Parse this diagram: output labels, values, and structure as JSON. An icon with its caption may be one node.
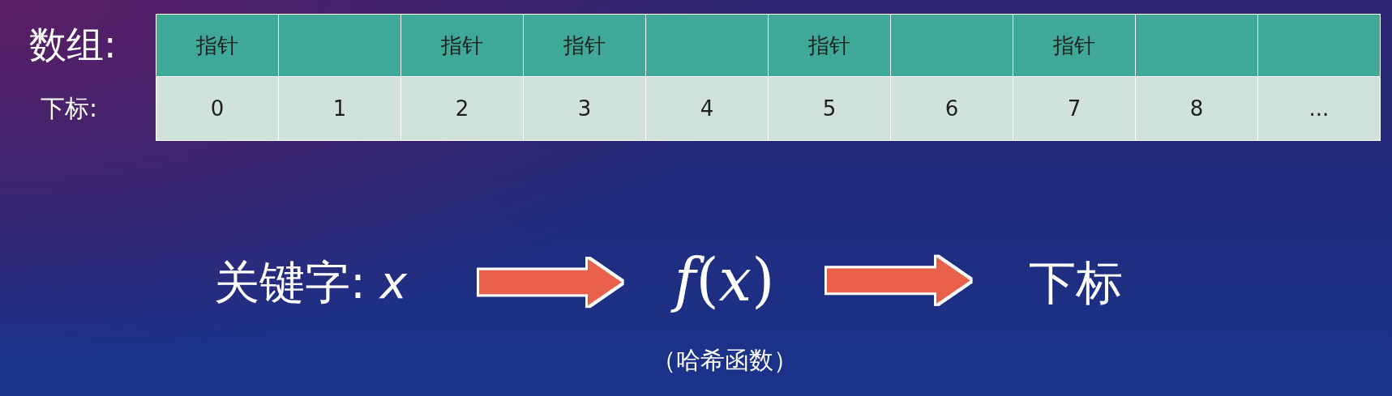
{
  "diagram": {
    "nodes": [
      {
        "text": [
          "数组:"
        ]
      },
      {
        "text": [
          "指针"
        ],
        "in": 0
      },
      {
        "text": [],
        "shape": "box",
        "in": 0
      },
      {
        "text": [
          "指针"
        ],
        "in": 0
      },
      {
        "text": [
          "指针"
        ],
        "in": 0
      },
      {
        "text": [],
        "shape": "box",
        "in": 0
      },
      {
        "text": [
          "指针"
        ],
        "in": 0
      },
      {
        "text": [],
        "shape": "box",
        "in": 0
      },
      {
        "text": [
          "指针"
        ],
        "in": 0
      },
      {
        "text": [],
        "shape": "box",
        "in": 0
      },
      {
        "text": [],
        "shape": "box",
        "in": 0
      },
      {
        "text": [
          "下标:"
        ]
      },
      {
        "text": [
          "0"
        ],
        "in": 11
      },
      {
        "text": [
          "1"
        ],
        "in": 11
      },
      {
        "text": [
          "2"
        ],
        "in": 11
      },
      {
        "text": [
          "3"
        ],
        "in": 11
      },
      {
        "text": [
          "4"
        ],
        "in": 11
      },
      {
        "text": [
          "5"
        ],
        "in": 11
      },
      {
        "text": [
          "6"
        ],
        "in": 11
      },
      {
        "text": [
          "7"
        ],
        "in": 11
      },
      {
        "text": [
          "8"
        ],
        "in": 11
      },
      {
        "text": [
          "..."
        ],
        "in": 11
      },
      {
        "text": [
          "关键字: *x*"
        ]
      },
      {
        "text": [
          "*f*(*x*)"
        ],
        "beside": [
          "（哈希函数）"
        ]
      },
      {
        "text": [
          "下标"
        ]
      }
    ],
    "edges": [
      {
        "from": 22,
        "to": 23,
        "arrow": "to"
      },
      {
        "from": 23,
        "to": 24,
        "arrow": "to"
      }
    ]
  }
}
